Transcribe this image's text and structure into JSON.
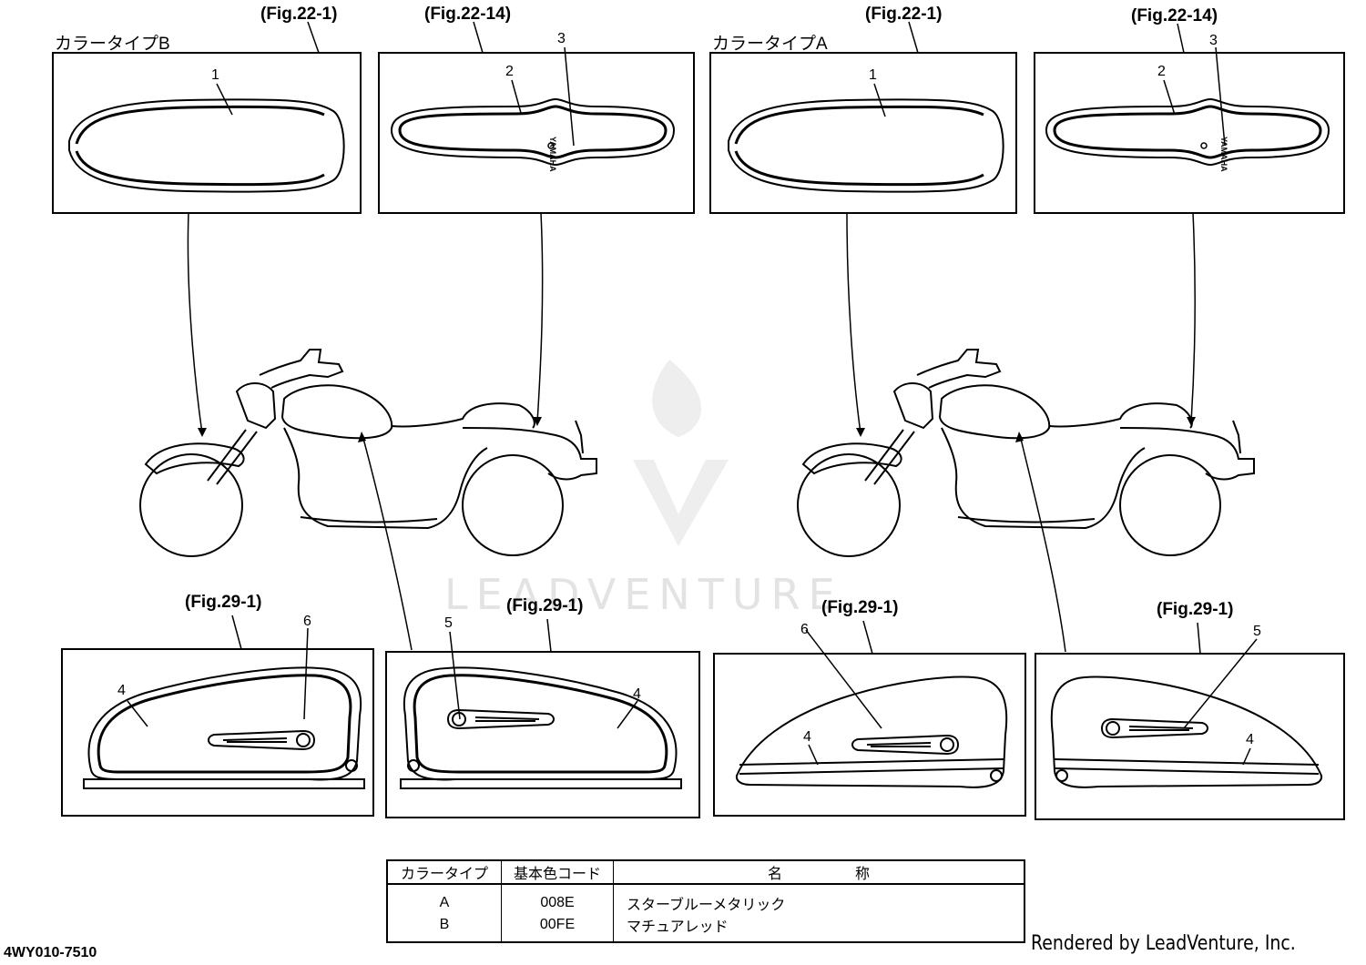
{
  "labels": {
    "color_type_b": "カラータイプB",
    "color_type_a": "カラータイプA",
    "fig_22_1": "(Fig.22-1)",
    "fig_22_14": "(Fig.22-14)",
    "fig_29_1": "(Fig.29-1)",
    "part_code": "4WY010-7510",
    "rendered_by": "Rendered by LeadVenture, Inc.",
    "watermark": "LEADVENTURE",
    "yamaha": "YAMAHA"
  },
  "callouts": [
    "1",
    "2",
    "3",
    "4",
    "5",
    "6"
  ],
  "table": {
    "headers": [
      "カラータイプ",
      "基本色コード",
      "名",
      "称"
    ],
    "rows": [
      {
        "type": "A",
        "code": "008E",
        "name": "スターブルーメタリック"
      },
      {
        "type": "B",
        "code": "00FE",
        "name": "マチュアレッド"
      }
    ]
  }
}
